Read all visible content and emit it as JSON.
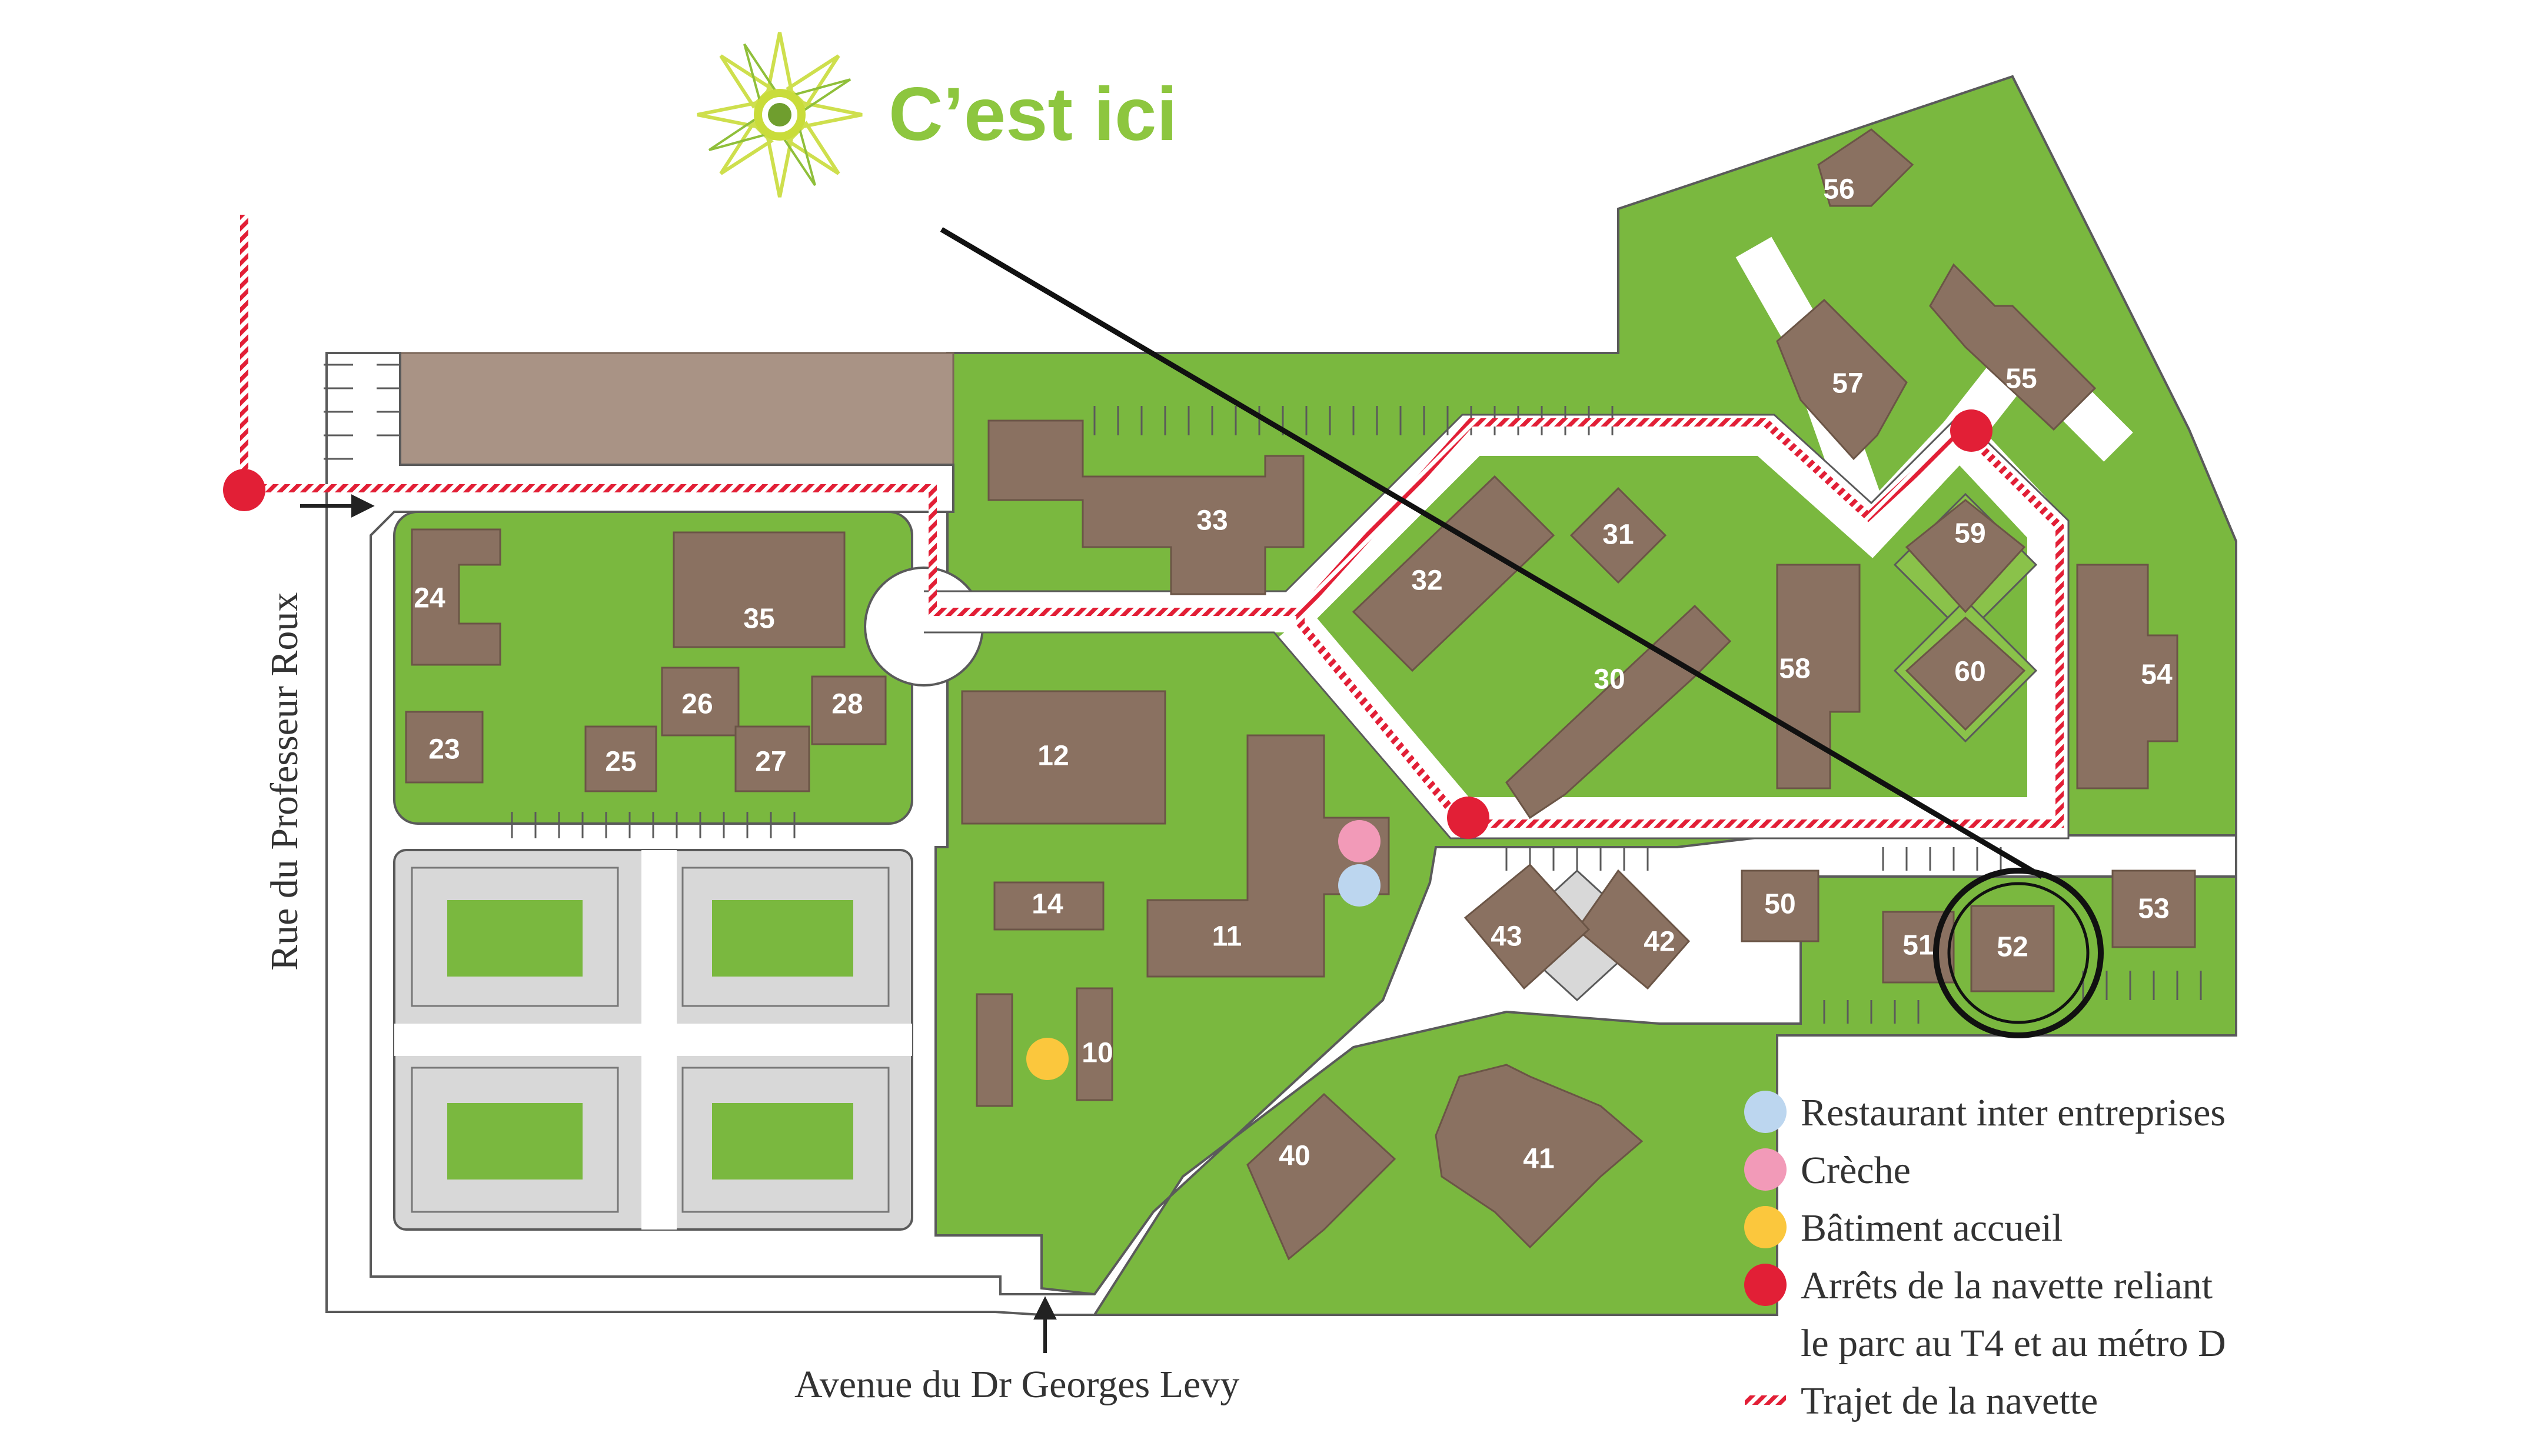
{
  "logo": {
    "text": "C’est ici"
  },
  "colors": {
    "green": "#7ab83f",
    "building": "#8a7161",
    "parking_grey": "#d8d8d8",
    "road": "#ffffff",
    "outline": "#5a5a5a",
    "shuttle_red": "#e21f36",
    "restaurant": "#bcd6ef",
    "creche": "#f29ab8",
    "accueil": "#fbc73d",
    "reserved_lot": "#a99385"
  },
  "streets": {
    "west": "Rue du Professeur Roux",
    "south": "Avenue du Dr Georges Levy"
  },
  "buildings": [
    "10",
    "11",
    "12",
    "14",
    "23",
    "24",
    "25",
    "26",
    "27",
    "28",
    "30",
    "31",
    "32",
    "33",
    "35",
    "40",
    "41",
    "42",
    "43",
    "50",
    "51",
    "52",
    "53",
    "54",
    "55",
    "56",
    "57",
    "58",
    "59",
    "60"
  ],
  "highlighted_building": "52",
  "legend": {
    "restaurant": "Restaurant inter entreprises",
    "creche": "Crèche",
    "accueil": "Bâtiment accueil",
    "shuttle_line1": "Arrêts de la navette reliant",
    "shuttle_line2": "le parc au T4 et au métro D",
    "route": "Trajet de la navette"
  }
}
